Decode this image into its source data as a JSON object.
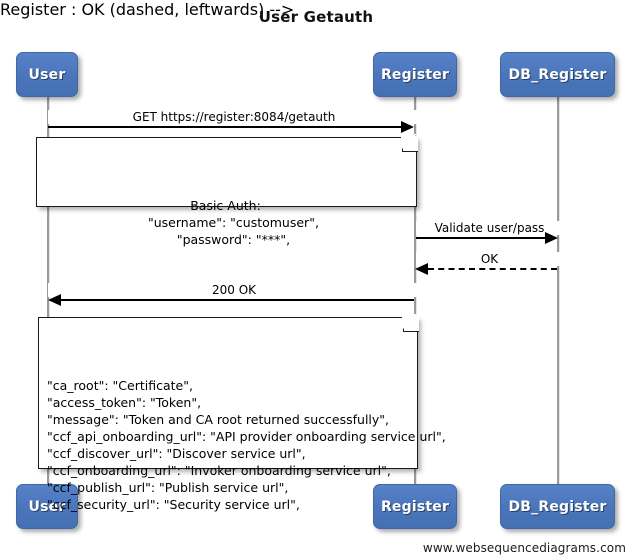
{
  "diagram": {
    "title": "User Getauth",
    "type": "sequence-diagram",
    "watermark": "www.websequencediagrams.com",
    "colors": {
      "participant_fill": "#4a74b8",
      "participant_border": "#3f66a6",
      "participant_text": "#ffffff",
      "note_fill": "#ffffff",
      "note_border": "#1a1a1a",
      "arrow": "#000000",
      "lifeline": "#9a9a9a",
      "background": "#ffffff"
    }
  },
  "participants": [
    {
      "id": "user",
      "label": "User"
    },
    {
      "id": "register",
      "label": "Register"
    },
    {
      "id": "db_register",
      "label": "DB_Register"
    }
  ],
  "participants_bottom": [
    {
      "id": "user",
      "label": "User"
    },
    {
      "id": "register",
      "label": "Register"
    },
    {
      "id": "db_register",
      "label": "DB_Register"
    }
  ],
  "messages": [
    {
      "id": "msg-1",
      "from": "user",
      "to": "register",
      "label": "GET https://register:8084/getauth",
      "style": "solid",
      "direction": "right"
    },
    {
      "id": "msg-2",
      "from": "register",
      "to": "db_register",
      "label": "Validate user/pass",
      "style": "solid",
      "direction": "right"
    },
    {
      "id": "msg-3",
      "from": "db_register",
      "to": "register",
      "label": "OK",
      "style": "dashed",
      "direction": "left"
    },
    {
      "id": "msg-4",
      "from": "register",
      "to": "user",
      "label": "200 OK",
      "style": "solid",
      "direction": "left"
    }
  ],
  "notes": [
    {
      "id": "note-basic-auth",
      "align": "center",
      "text": "Basic Auth:\n    \"username\": \"customuser\",\n    \"password\": \"***\","
    },
    {
      "id": "note-response-body",
      "align": "left",
      "text": "\"ca_root\": \"Certificate\",\n\"access_token\": \"Token\",\n\"message\": \"Token and CA root returned successfully\",\n\"ccf_api_onboarding_url\": \"API provider onboarding service url\",\n\"ccf_discover_url\": \"Discover service url\",\n\"ccf_onboarding_url\": \"Invoker onboarding service url\",\n\"ccf_publish_url\": \"Publish service url\",\n\"ccf_security_url\": \"Security service url\","
    }
  ]
}
